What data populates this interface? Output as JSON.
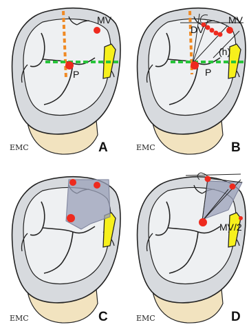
{
  "panels": [
    {
      "letter": "A",
      "logo": "EMC",
      "labels": {
        "mv": "MV",
        "p": "P"
      }
    },
    {
      "letter": "B",
      "logo": "EMC",
      "labels": {
        "dv": "DV",
        "mv": "MV",
        "h": "(h)",
        "p": "P"
      }
    },
    {
      "letter": "C",
      "logo": "EMC"
    },
    {
      "letter": "D",
      "logo": "EMC",
      "labels": {
        "mv2": "MV/2"
      }
    }
  ],
  "colors": {
    "tooth_fill": "#dfe1e4",
    "tooth_edge": "#222222",
    "root": "#f2e3bf",
    "point": "#ee2a1e",
    "orange_line": "#f08a24",
    "green_line": "#27c43a",
    "yellow_mark": "#f7f01c",
    "triangle": "#9aa0b8"
  }
}
